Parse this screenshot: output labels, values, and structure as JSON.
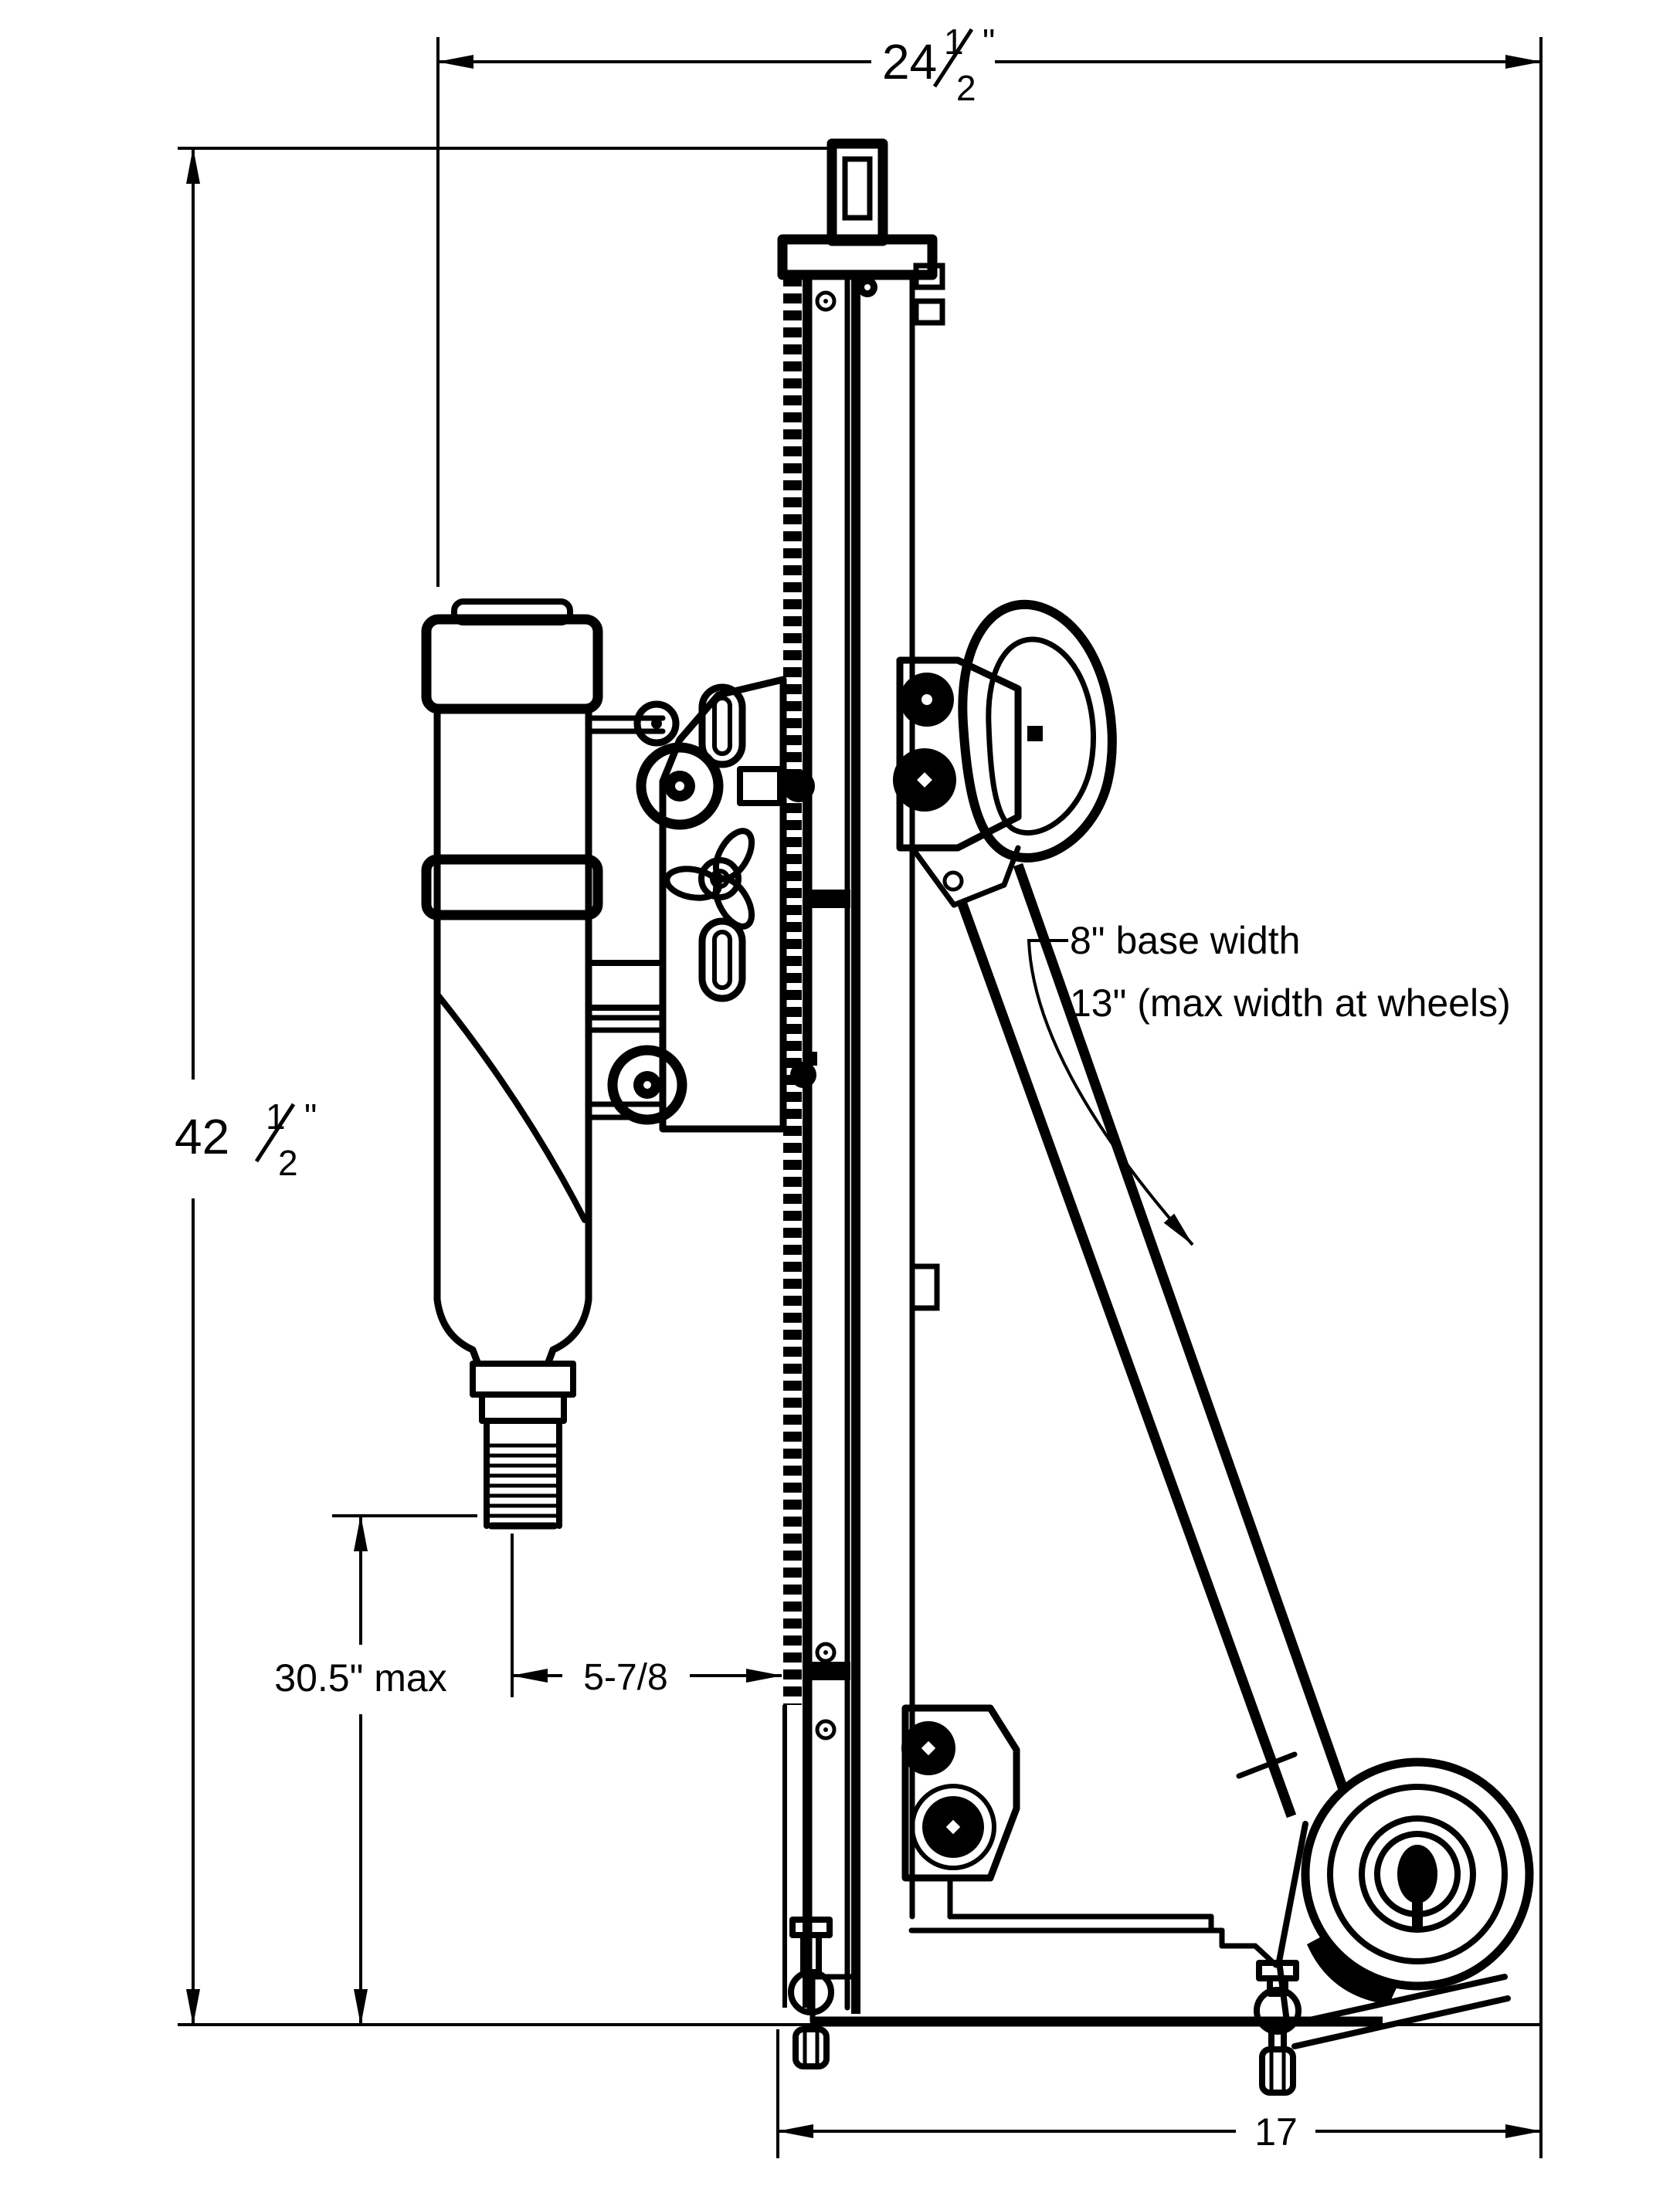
{
  "drawing": {
    "title": "core drill stand side elevation",
    "type": "dimensioned technical line drawing",
    "line_color": "#000000",
    "background_color": "#ffffff"
  },
  "dimensions": {
    "overall_depth": {
      "whole": "24",
      "frac_num": "1",
      "frac_den": "2",
      "unit": "\""
    },
    "overall_height": {
      "whole": "42",
      "frac_num": "1",
      "frac_den": "2",
      "unit": "\""
    },
    "spindle_offset": {
      "label": "5-7/8"
    },
    "max_clearance": {
      "label": "30.5\" max"
    },
    "base_depth": {
      "label": "17"
    }
  },
  "notes": {
    "base_width_line1": "8\"  base width",
    "base_width_line2": "13\" (max width at wheels)"
  }
}
